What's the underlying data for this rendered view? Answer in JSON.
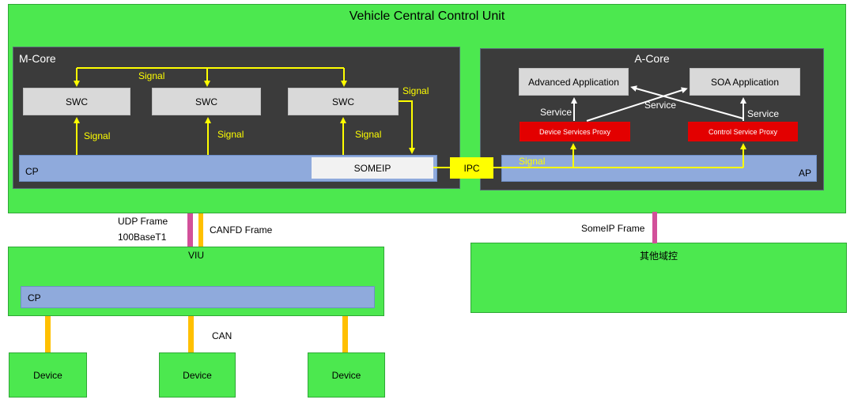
{
  "ccu": {
    "title": "Vehicle Central Control Unit"
  },
  "mcore": {
    "title": "M-Core",
    "swc_labels": [
      "SWC",
      "SWC",
      "SWC"
    ],
    "cp_label": "CP",
    "someip_label": "SOMEIP",
    "signal_labels": [
      "Signal",
      "Signal",
      "Signal",
      "Signal",
      "Signal"
    ]
  },
  "ipc": {
    "label": "IPC"
  },
  "acore": {
    "title": "A-Core",
    "adv_app": "Advanced Application",
    "soa_app": "SOA Application",
    "device_proxy": "Device Services Proxy",
    "control_proxy": "Control  Service Proxy",
    "ap_label": "AP",
    "service_labels": [
      "Service",
      "Service",
      "Service"
    ],
    "signal_label": "Signal"
  },
  "links": {
    "udp": "UDP Frame",
    "base": "100BaseT1",
    "canfd": "CANFD Frame",
    "someip_frame": "SomeIP Frame",
    "can": "CAN"
  },
  "viu": {
    "title": "VIU",
    "cp_label": "CP"
  },
  "other": {
    "title": "其他域控"
  },
  "devices": [
    "Device",
    "Device",
    "Device"
  ],
  "colors": {
    "green": "#4ce84f",
    "dark": "#3b3b3b",
    "blue": "#8faadc",
    "yellow": "#ffff00",
    "orange": "#ffc000",
    "pink": "#d2509a",
    "red": "#e30000"
  }
}
